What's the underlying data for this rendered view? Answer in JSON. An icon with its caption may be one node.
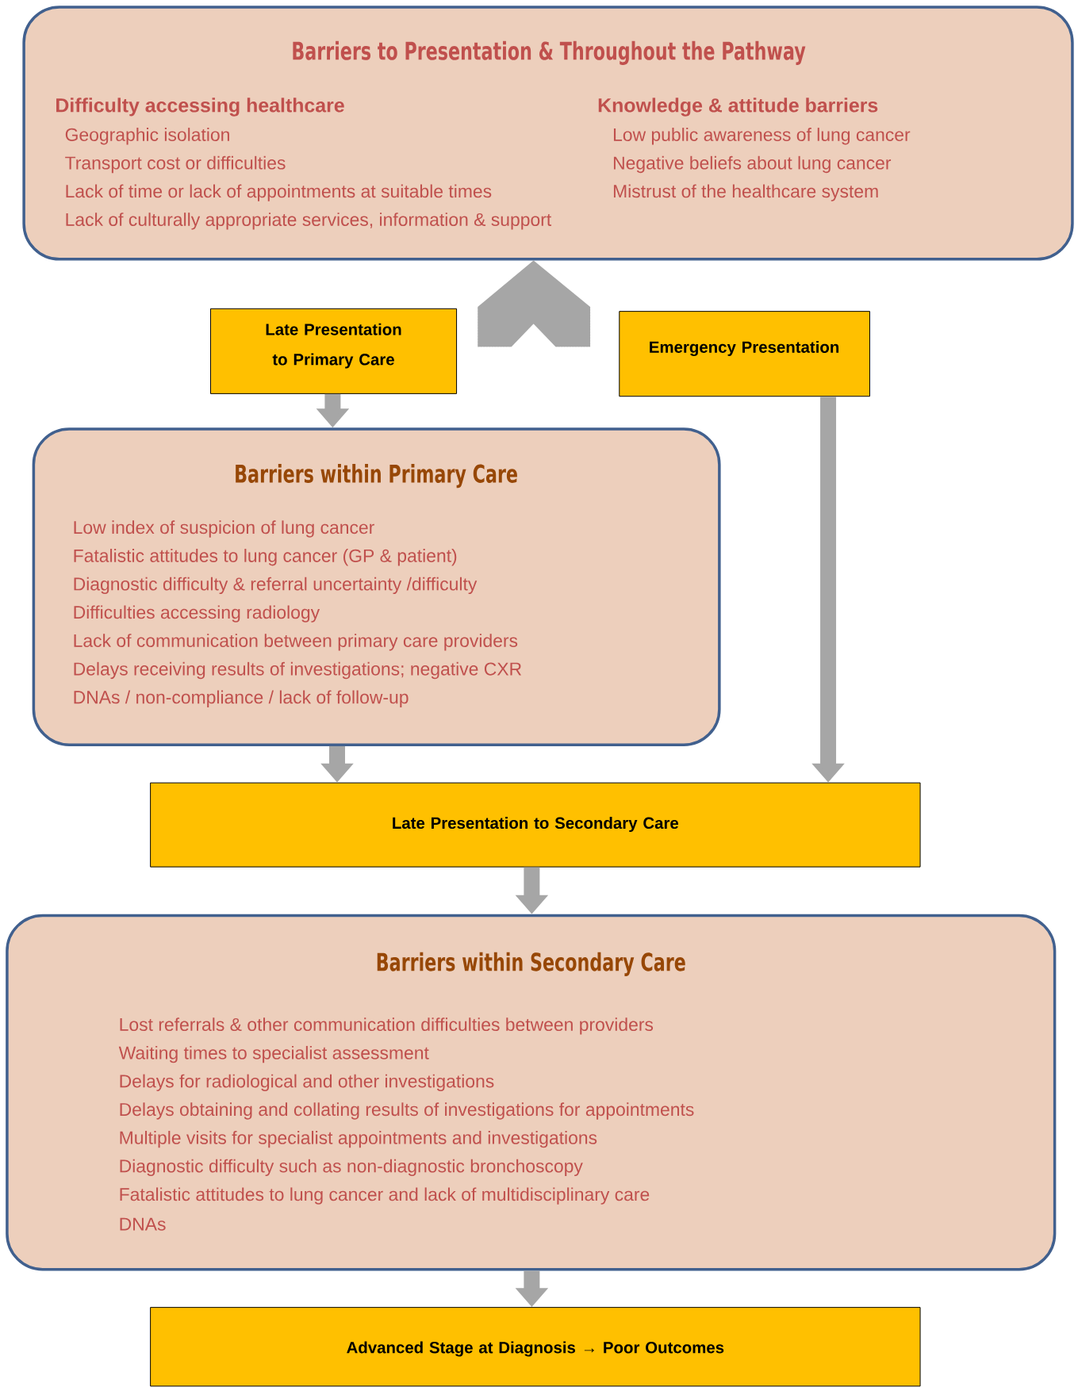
{
  "diagram": {
    "nodes": [
      {
        "text": [
          "Barriers to Presentation & Throughout the Pathway",
          "Difficulty accessing healthcare",
          "Geographic isolation",
          "Transport cost or difficulties",
          "Lack of time or lack of appointments at suitable times",
          "Lack of culturally appropriate services, information & support",
          "Knowledge & attitude barriers",
          "Low public awareness of lung cancer",
          "Negative beliefs about lung cancer",
          "Mistrust of the healthcare system"
        ]
      },
      {
        "text": [
          "Late Presentation to Primary Care"
        ]
      },
      {
        "text": [
          "Emergency Presentation"
        ]
      },
      {
        "text": [
          "Barriers within Primary Care",
          "Low index of suspicion of lung cancer",
          "Fatalistic attitudes to lung cancer (GP & patient)",
          "Diagnostic difficulty & referral uncertainty /difficulty",
          "Difficulties accessing radiology",
          "Lack of communication between primary care providers",
          "Delays receiving results of investigations; negative CXR",
          "DNAs / non-compliance / lack of follow-up"
        ]
      },
      {
        "text": [
          "Late Presentation to Secondary Care"
        ]
      },
      {
        "text": [
          "Barriers within Secondary Care",
          "Lost referrals & other communication difficulties between providers",
          "Waiting times to specialist assessment",
          "Delays for radiological and other investigations",
          "Delays obtaining and collating results of investigations for appointments",
          "Multiple visits for specialist appointments and investigations",
          "Diagnostic difficulty such as non-diagnostic bronchoscopy",
          "Fatalistic attitudes to lung cancer and lack of multidisciplinary care",
          "DNAs"
        ]
      },
      {
        "text": [
          "Advanced Stage at Diagnosis → Poor Outcomes"
        ]
      }
    ],
    "edges": [
      {
        "from": null,
        "to": 0,
        "arrow": "to"
      },
      {
        "from": 1,
        "to": 3,
        "arrow": "to"
      },
      {
        "from": 2,
        "to": 4,
        "arrow": "to"
      },
      {
        "from": 3,
        "to": 4,
        "arrow": "to"
      },
      {
        "from": 4,
        "to": 5,
        "arrow": "to"
      },
      {
        "from": 5,
        "to": 6,
        "arrow": "to"
      }
    ]
  }
}
